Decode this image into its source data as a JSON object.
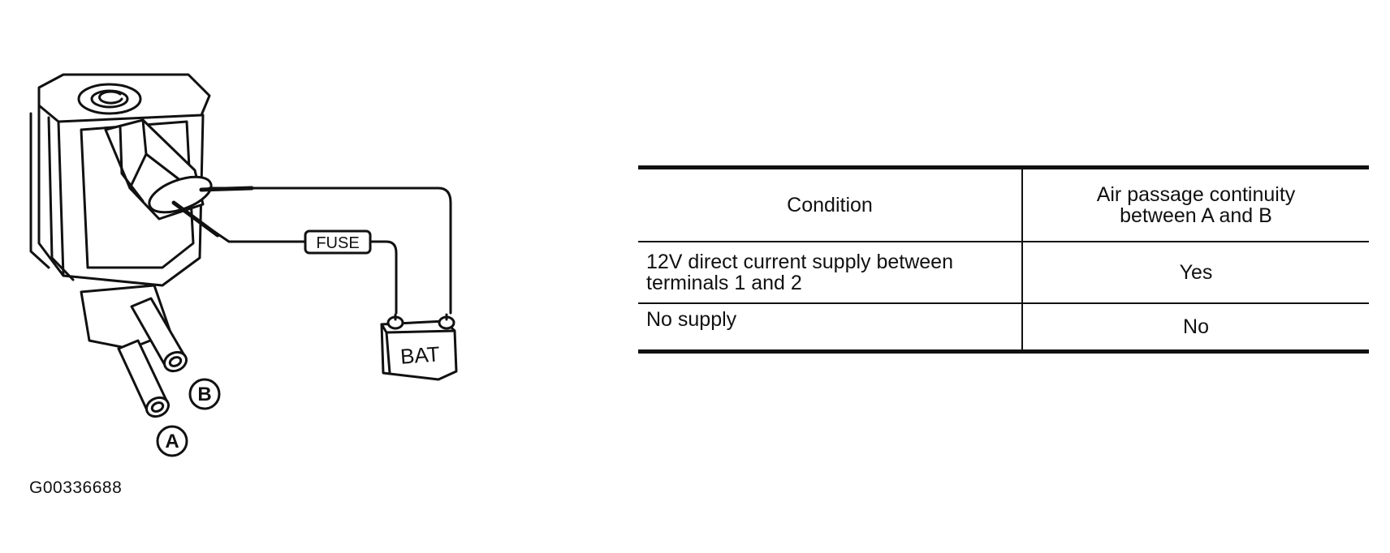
{
  "diagram": {
    "port_a_label": "A",
    "port_b_label": "B",
    "fuse_label": "FUSE",
    "battery_label": "BAT",
    "figure_id": "G00336688"
  },
  "table": {
    "headers": [
      "Condition",
      "Air passage continuity between A and B"
    ],
    "rows": [
      {
        "condition": "12V direct current supply between terminals 1 and 2",
        "result": "Yes"
      },
      {
        "condition": "No supply",
        "result": "No"
      }
    ]
  }
}
